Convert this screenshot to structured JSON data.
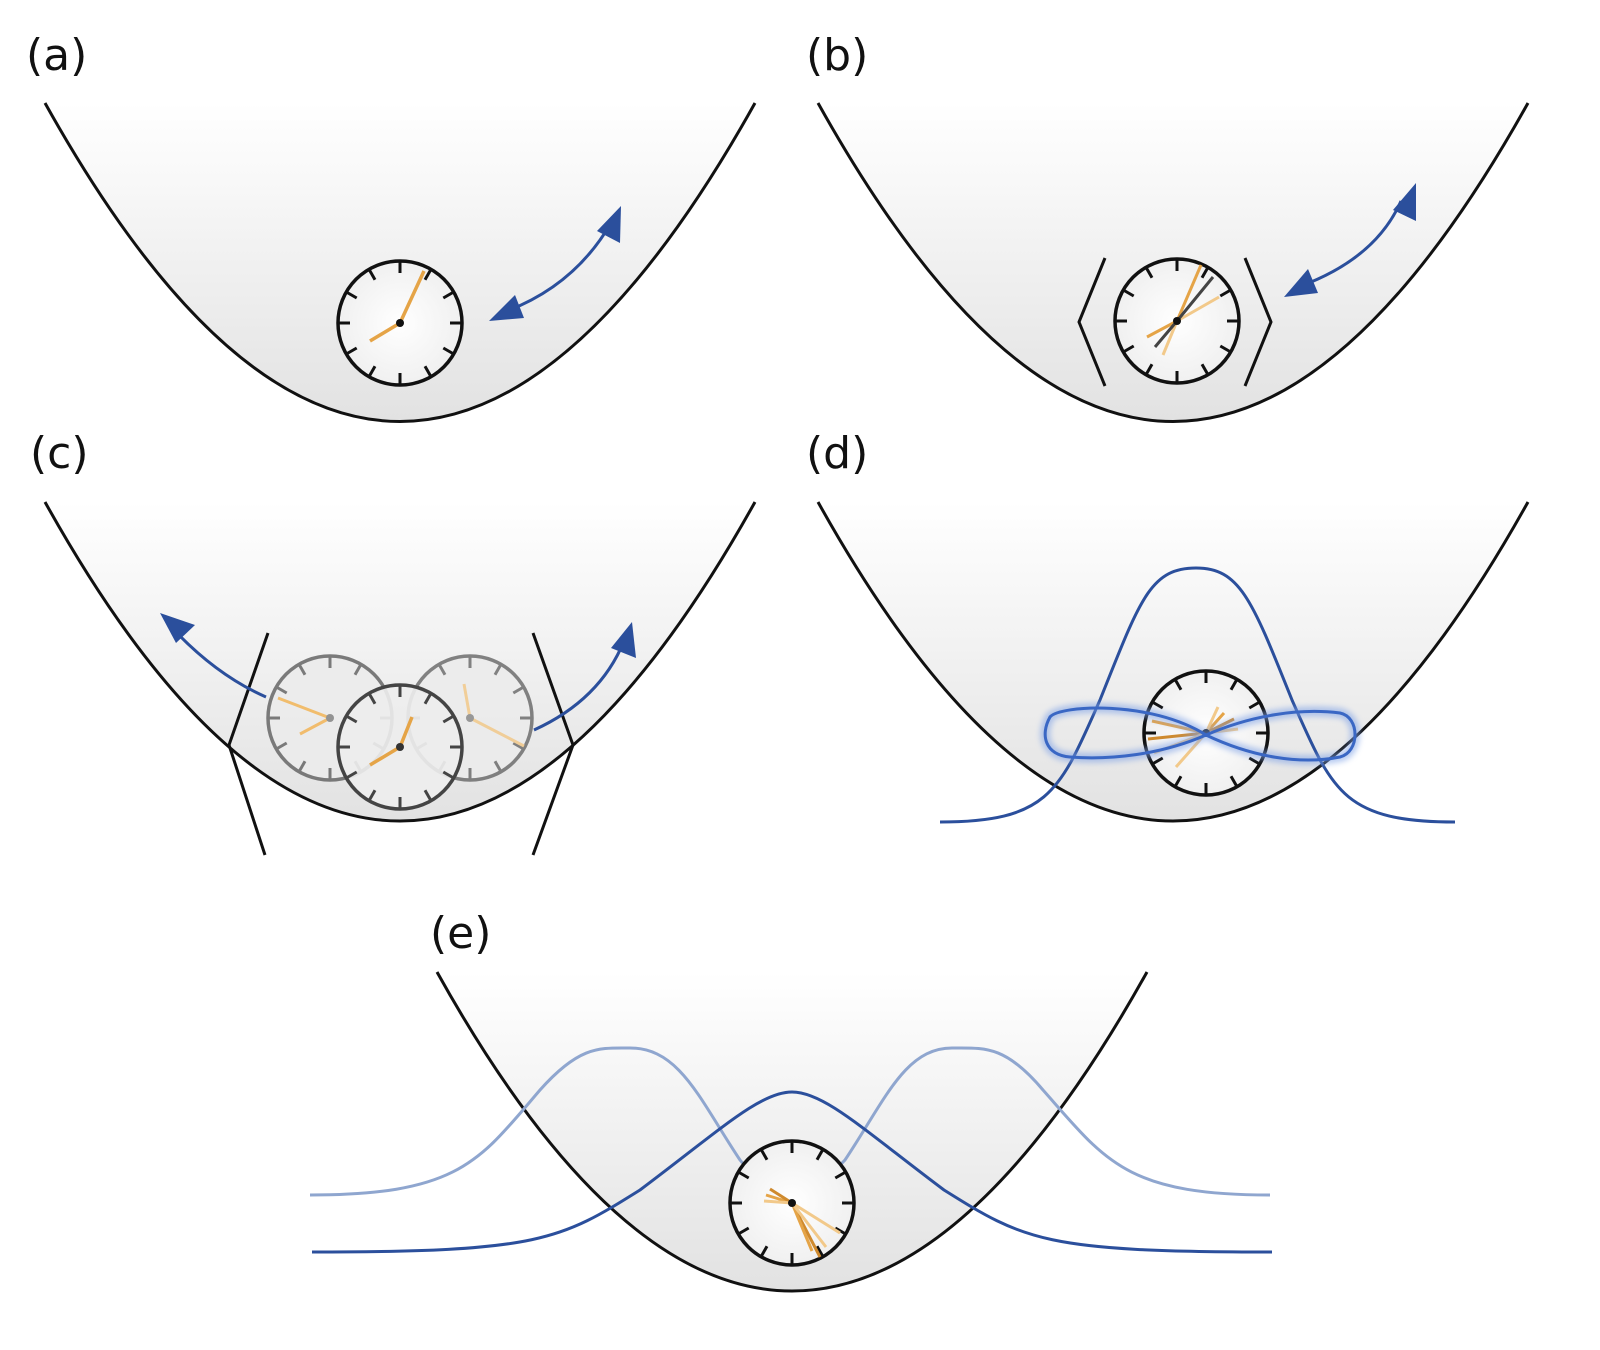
{
  "panels": [
    {
      "id": "a",
      "label": "(a)"
    },
    {
      "id": "b",
      "label": "(b)"
    },
    {
      "id": "c",
      "label": "(c)"
    },
    {
      "id": "d",
      "label": "(d)"
    },
    {
      "id": "e",
      "label": "(e)"
    }
  ],
  "colors": {
    "outline": "#111111",
    "well_fill_top": "#ffffff",
    "well_fill_bottom": "#e2e2e2",
    "arrow_blue": "#2b4f9c",
    "curve_blue_dark": "#2b4f9c",
    "curve_blue_light": "#8fa6cf",
    "hand_orange": "#e5a447",
    "hand_orange_dark": "#cf8a2e",
    "hand_orange_light": "#f2c98a",
    "hand_dark": "#444444",
    "ghost_clock": "#6e6e6e"
  },
  "icons": [
    "clock-icon",
    "double-arrow-icon",
    "curved-arrow-icon",
    "barrier-icon",
    "wavefunction-curve",
    "squeezed-loop"
  ]
}
